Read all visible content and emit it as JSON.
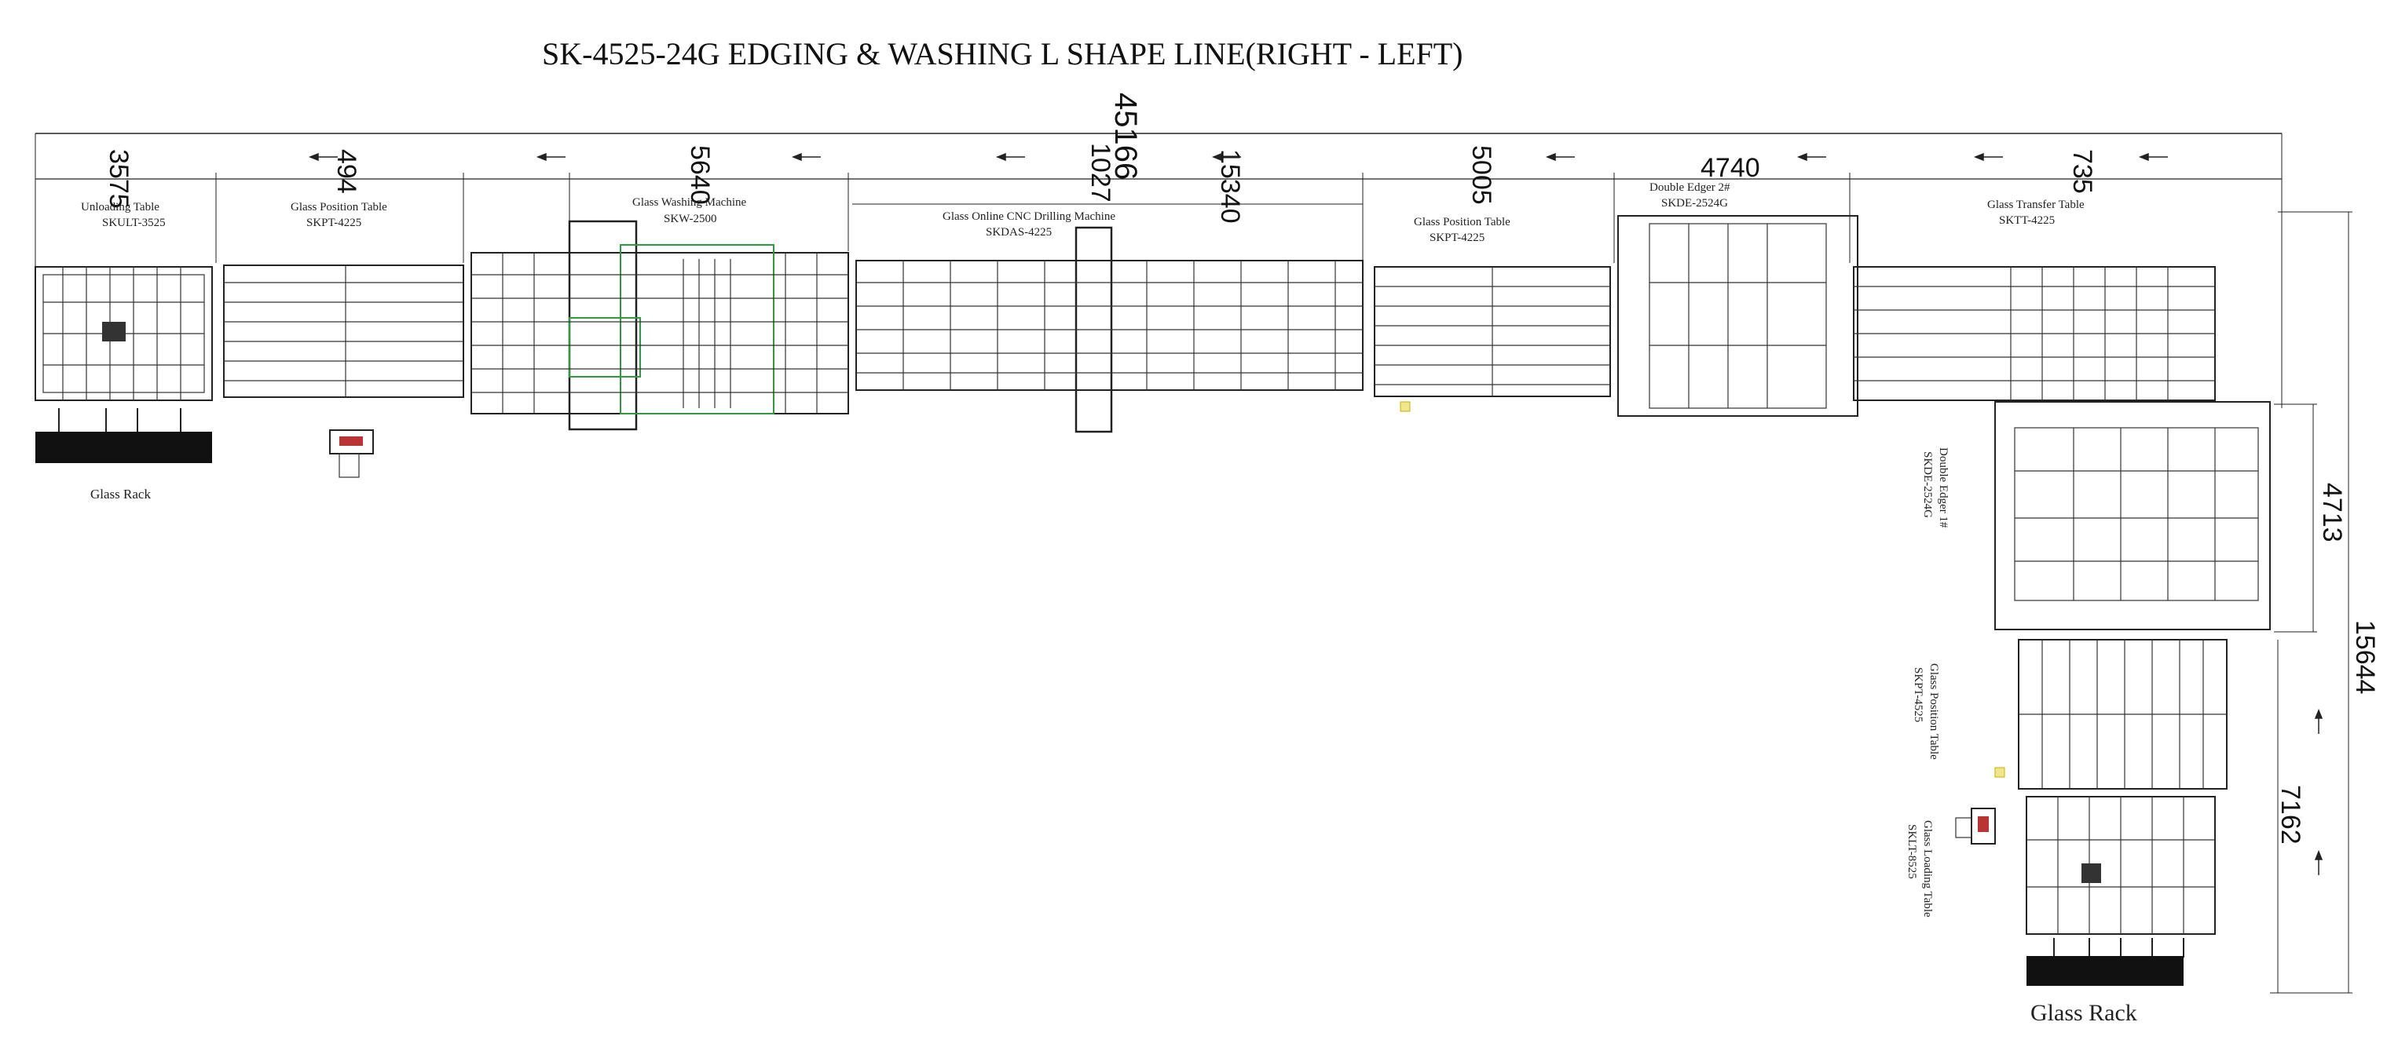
{
  "title": "SK-4525-24G EDGING & WASHING L SHAPE LINE(RIGHT - LEFT)",
  "dimensions": {
    "overall_length": "45166",
    "overall_height": "15644",
    "unloading": "3575",
    "position_table_1": "494",
    "washing": "5640",
    "drilling_1": "1027",
    "drilling_2": "15340",
    "position_table_2": "5005",
    "double_edger_2": "4740",
    "transfer": "735",
    "double_edger_1": "4713",
    "vertical_lower": "7162"
  },
  "machines": {
    "unloading": {
      "name": "Unloading Table",
      "model": "SKULT-3525"
    },
    "position_1": {
      "name": "Glass Position Table",
      "model": "SKPT-4225"
    },
    "washing": {
      "name": "Glass Washing Machine",
      "model": "SKW-2500"
    },
    "drilling": {
      "name": "Glass Online CNC Drilling Machine",
      "model": "SKDAS-4225"
    },
    "position_2": {
      "name": "Glass Position Table",
      "model": "SKPT-4225"
    },
    "edger_2": {
      "name": "Double Edger 2#",
      "model": "SKDE-2524G"
    },
    "transfer": {
      "name": "Glass Transfer Table",
      "model": "SKTT-4225"
    },
    "edger_1": {
      "name": "Double Edger 1#",
      "model": "SKDE-2524G"
    },
    "position_3": {
      "name": "Glass Position Table",
      "model": "SKPT-4525"
    },
    "loading": {
      "name": "Glass Loading Table",
      "model": "SKLT-8525"
    }
  },
  "racks": {
    "left": "Glass Rack",
    "bottom": "Glass Rack"
  },
  "colors": {
    "ink": "#222222",
    "highlight_green": "#2e9c3c",
    "rack_fill": "#111111",
    "marker_yellow": "#f0e68c"
  }
}
